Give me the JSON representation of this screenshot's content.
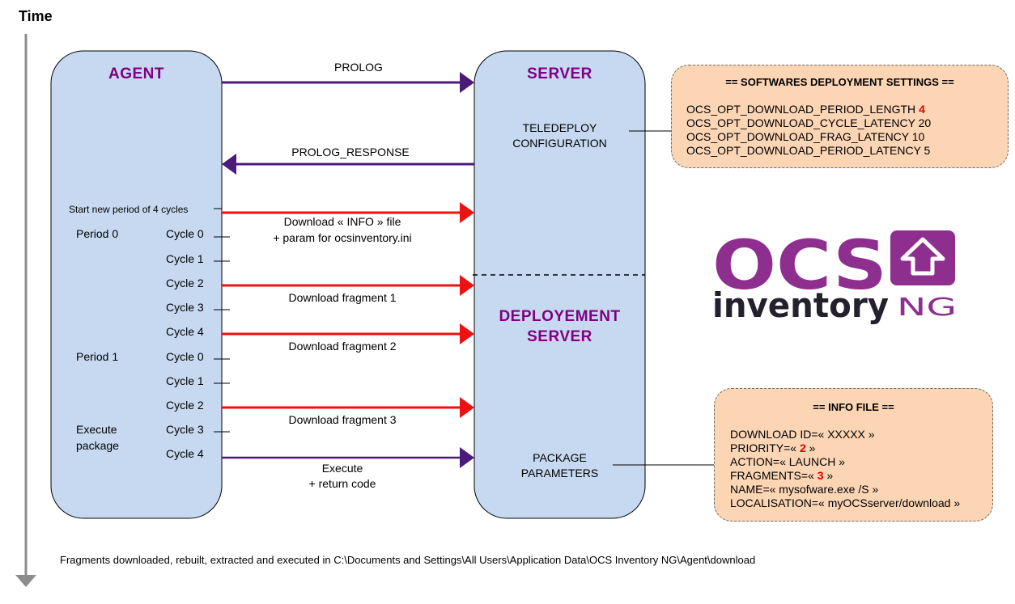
{
  "time_label": "Time",
  "agent": {
    "title": "AGENT",
    "start_period": "Start new period of 4 cycles",
    "period0": "Period 0",
    "period1": "Period 1",
    "execute_line1": "Execute",
    "execute_line2": "package",
    "cycles_p0": [
      "Cycle 0",
      "Cycle 1",
      "Cycle 2",
      "Cycle 3",
      "Cycle 4"
    ],
    "cycles_p1": [
      "Cycle 0",
      "Cycle 1",
      "Cycle 2",
      "Cycle 3",
      "Cycle 4"
    ]
  },
  "server": {
    "title": "SERVER",
    "teledeploy_line1": "TELEDEPLOY",
    "teledeploy_line2": "CONFIGURATION",
    "deploy_line1": "DEPLOYEMENT",
    "deploy_line2": "SERVER",
    "package_line1": "PACKAGE",
    "package_line2": "PARAMETERS"
  },
  "messages": {
    "prolog": "PROLOG",
    "prolog_response": "PROLOG_RESPONSE",
    "download_info_line1": "Download « INFO » file",
    "download_info_line2": "+ param for ocsinventory.ini",
    "fragment1": "Download fragment 1",
    "fragment2": "Download fragment 2",
    "fragment3": "Download fragment 3",
    "execute_line1": "Execute",
    "execute_line2": "+ return code"
  },
  "settings_box": {
    "title": "== SOFTWARES DEPLOYMENT SETTINGS ==",
    "period_length_label": "OCS_OPT_DOWNLOAD_PERIOD_LENGTH",
    "period_length_value": "4",
    "cycle_latency": "OCS_OPT_DOWNLOAD_CYCLE_LATENCY 20",
    "frag_latency": "OCS_OPT_DOWNLOAD_FRAG_LATENCY 10",
    "period_latency": "OCS_OPT_DOWNLOAD_PERIOD_LATENCY 5"
  },
  "info_box": {
    "title": "== INFO FILE ==",
    "download_id": "DOWNLOAD ID=« XXXXX »",
    "priority_prefix": "PRIORITY=« ",
    "priority_value": "2",
    "priority_suffix": " »",
    "action": "ACTION=« LAUNCH »",
    "fragments_prefix": "FRAGMENTS=« ",
    "fragments_value": "3",
    "fragments_suffix": " »",
    "name": "NAME=« mysofware.exe /S »",
    "localisation": "LOCALISATION=« myOCSserver/download »"
  },
  "logo": {
    "word1": "OCS",
    "word2": "inventory",
    "suffix": "NG",
    "colors": {
      "purple": "#8e2f8f",
      "dark": "#24202c"
    }
  },
  "footer": "Fragments downloaded, rebuilt, extracted and executed in C:\\Documents and Settings\\All Users\\Application Data\\OCS Inventory NG\\Agent\\download",
  "colors": {
    "lane_fill": "#c6d9f1",
    "purple_arrow": "#4b1a7a",
    "red_arrow": "#ee1111",
    "box_fill": "#fcd5b4",
    "title_purple": "#800080"
  }
}
